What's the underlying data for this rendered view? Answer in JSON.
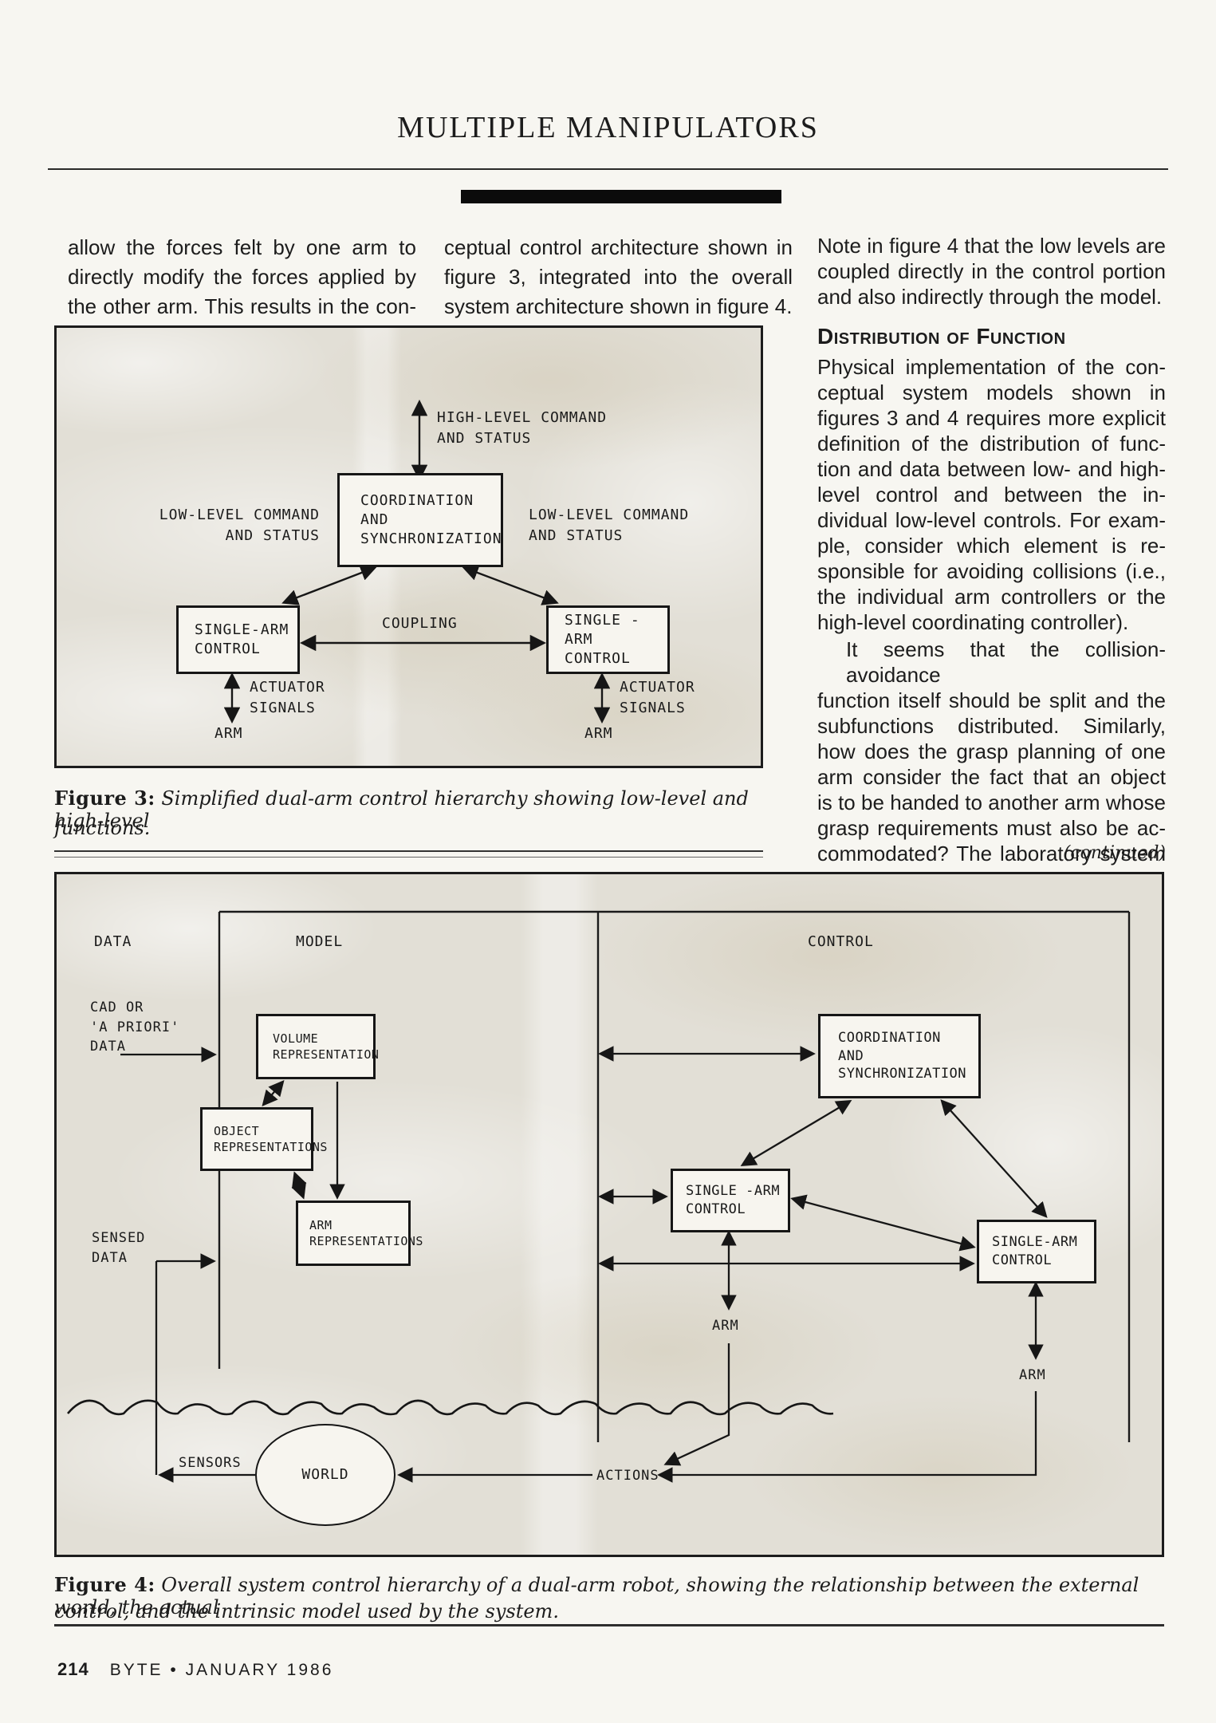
{
  "header": {
    "title": "MULTIPLE MANIPULATORS"
  },
  "columns": {
    "col1": {
      "lines": [
        "allow the forces felt by one arm to",
        "directly modify the forces applied by",
        "the other arm. This results in the con-"
      ]
    },
    "col2": {
      "lines": [
        "ceptual control architecture shown in",
        "figure 3, integrated into the overall",
        "system architecture shown in figure 4."
      ]
    },
    "col3": {
      "para1": [
        "Note in figure 4 that the low levels are",
        "coupled directly in the control portion",
        "and also indirectly through the model."
      ],
      "heading": "Distribution of Function",
      "para2": [
        "Physical implementation of the con-",
        "ceptual system models shown in",
        "figures 3 and 4 requires more explicit",
        "definition of the distribution of func-",
        "tion and data between low- and high-",
        "level control and between the in-",
        "dividual low-level controls. For exam-",
        "ple, consider which element is re-",
        "sponsible for avoiding collisions (i.e.,",
        "the individual arm controllers or the",
        "high-level coordinating controller)."
      ],
      "para3": [
        "It seems that the collision-avoidance",
        "function itself should be split and the",
        "subfunctions distributed. Similarly,",
        "how does the grasp planning of one",
        "arm consider the fact that an object",
        "is to be handed to another arm whose",
        "grasp requirements must also be ac-",
        "commodated? The laboratory system"
      ],
      "continued": "(continued)"
    }
  },
  "figure3": {
    "labels": {
      "high_level": [
        "HIGH-LEVEL COMMAND",
        "AND STATUS"
      ],
      "low_level_left": [
        "LOW-LEVEL COMMAND",
        "AND STATUS"
      ],
      "low_level_right": [
        "LOW-LEVEL COMMAND",
        "AND STATUS"
      ],
      "coupling": "COUPLING",
      "actuator_left": [
        "ACTUATOR",
        "SIGNALS"
      ],
      "actuator_right": [
        "ACTUATOR",
        "SIGNALS"
      ],
      "arm_left": "ARM",
      "arm_right": "ARM"
    },
    "boxes": {
      "coordination": [
        "COORDINATION",
        "AND",
        "SYNCHRONIZATION"
      ],
      "single_arm_left": [
        "SINGLE-ARM",
        "CONTROL"
      ],
      "single_arm_right": [
        "SINGLE - ARM",
        "CONTROL"
      ]
    },
    "caption": {
      "label": "Figure 3:",
      "line1": "Simplified dual-arm control hierarchy showing low-level and high-level",
      "line2": "functions."
    }
  },
  "figure4": {
    "sections": {
      "data": "DATA",
      "model": "MODEL",
      "control": "CONTROL"
    },
    "labels": {
      "cad": [
        "CAD OR",
        "'A PRIORI'",
        "DATA"
      ],
      "sensed": [
        "SENSED",
        "DATA"
      ],
      "arm_left": "ARM",
      "arm_right": "ARM",
      "sensors": "SENSORS",
      "actions": "ACTIONS",
      "world": "WORLD"
    },
    "boxes": {
      "volume": [
        "VOLUME",
        "REPRESENTATION"
      ],
      "object": [
        "OBJECT",
        "REPRESENTATIONS"
      ],
      "arm": [
        "ARM",
        "REPRESENTATIONS"
      ],
      "coordination": [
        "COORDINATION",
        "AND",
        "SYNCHRONIZATION"
      ],
      "single_arm_left": [
        "SINGLE -ARM",
        "CONTROL"
      ],
      "single_arm_right": [
        "SINGLE-ARM",
        "CONTROL"
      ]
    },
    "caption": {
      "label": "Figure 4:",
      "line1": "Overall system control hierarchy of a dual-arm robot, showing the relationship between the external world, the actual",
      "line2": "control, and the intrinsic model used by the system."
    }
  },
  "footer": {
    "page": "214",
    "text": "BYTE • JANUARY 1986"
  },
  "colors": {
    "page": "#f7f6f1",
    "figure_bg": "#e2dfd6",
    "ink": "#1c1c1c",
    "bar": "#0b0b0b"
  }
}
